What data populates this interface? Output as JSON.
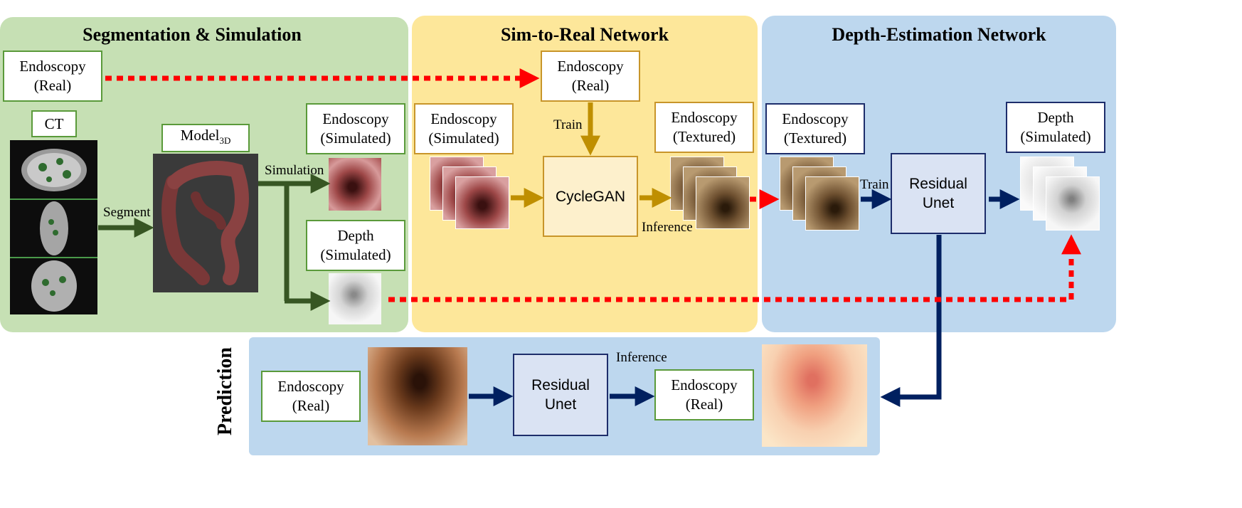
{
  "colors": {
    "green_panel": "#c6e0b4",
    "yellow_panel": "#fde79a",
    "blue_panel": "#bdd7ee",
    "green_arrow": "#375623",
    "gold_arrow": "#bf8f00",
    "navy_arrow": "#002060",
    "red_dotted": "#ff0000"
  },
  "panels": {
    "segmentation_title": "Segmentation & Simulation",
    "sim2real_title": "Sim-to-Real Network",
    "depth_title": "Depth-Estimation Network",
    "prediction_title": "Prediction"
  },
  "seg": {
    "endoscopy_real": [
      "Endoscopy",
      "(Real)"
    ],
    "ct": "CT",
    "model_base": "Model",
    "model_sub": "3D",
    "segment_label": "Segment",
    "simulation_label": "Simulation",
    "endoscopy_sim": [
      "Endoscopy",
      "(Simulated)"
    ],
    "depth_sim": [
      "Depth",
      "(Simulated)"
    ]
  },
  "s2r": {
    "endoscopy_real": [
      "Endoscopy",
      "(Real)"
    ],
    "train_label": "Train",
    "endoscopy_sim": [
      "Endoscopy",
      "(Simulated)"
    ],
    "cyclegan": "CycleGAN",
    "endoscopy_textured": [
      "Endoscopy",
      "(Textured)"
    ],
    "inference_label": "Inference"
  },
  "depth": {
    "endoscopy_textured": [
      "Endoscopy",
      "(Textured)"
    ],
    "depth_sim": [
      "Depth",
      "(Simulated)"
    ],
    "train_label": "Train",
    "residual_unet": [
      "Residual",
      "Unet"
    ]
  },
  "pred": {
    "endoscopy_real_in": [
      "Endoscopy",
      "(Real)"
    ],
    "residual_unet": [
      "Residual",
      "Unet"
    ],
    "inference_label": "Inference",
    "endoscopy_real_out": [
      "Endoscopy",
      "(Real)"
    ]
  }
}
